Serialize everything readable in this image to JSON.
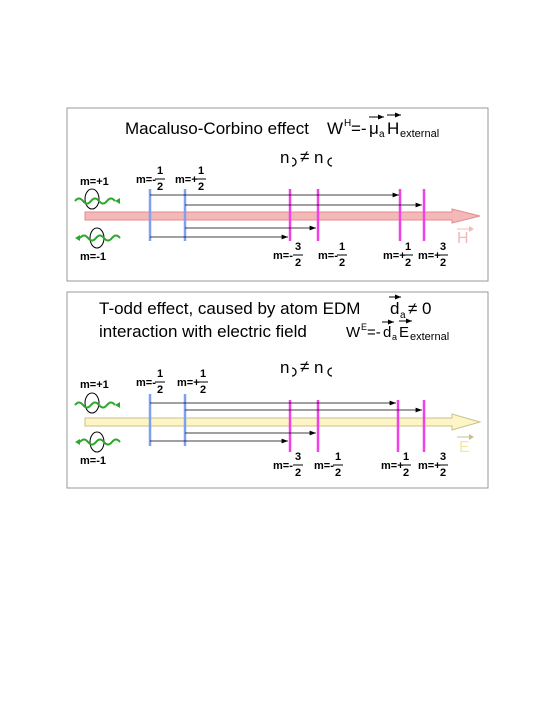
{
  "panels": [
    {
      "title_text": "Macaluso-Corbino effect",
      "energy_formula": {
        "W": "W",
        "sup": "H",
        "eq": "=-",
        "mu": "μ",
        "mu_sub": "a",
        "field": "H",
        "field_sub": "external"
      },
      "inequality": {
        "n1": "n",
        "neq": "≠",
        "n2": "n"
      },
      "m_plus": "m=+1",
      "m_minus": "m=-1",
      "top_labels": [
        {
          "prefix": "m=-",
          "num": "1",
          "den": "2"
        },
        {
          "prefix": "m=+",
          "num": "1",
          "den": "2"
        }
      ],
      "bottom_labels": [
        {
          "prefix": "m=-",
          "num": "3",
          "den": "2"
        },
        {
          "prefix": "m=-",
          "num": "1",
          "den": "2"
        },
        {
          "prefix": "m=+",
          "num": "1",
          "den": "2"
        },
        {
          "prefix": "m=+",
          "num": "3",
          "den": "2"
        }
      ],
      "axis_label": "H",
      "axis_color": "#f4b8b8",
      "axis_outline": "#e08c8c"
    },
    {
      "title_line1": "T-odd effect, caused by atom EDM",
      "edm_symbol": "d",
      "edm_sub": "a",
      "edm_rest": "≠ 0",
      "title_line2": "interaction with electric field",
      "energy_formula": {
        "W": "W",
        "sup": "E",
        "eq": "=-",
        "d": "d",
        "d_sub": "a",
        "field": "E",
        "field_sub": "external"
      },
      "inequality": {
        "n1": "n",
        "neq": "≠",
        "n2": "n"
      },
      "m_plus": "m=+1",
      "m_minus": "m=-1",
      "top_labels": [
        {
          "prefix": "m=-",
          "num": "1",
          "den": "2"
        },
        {
          "prefix": "m=+",
          "num": "1",
          "den": "2"
        }
      ],
      "bottom_labels": [
        {
          "prefix": "m=-",
          "num": "3",
          "den": "2"
        },
        {
          "prefix": "m=-",
          "num": "1",
          "den": "2"
        },
        {
          "prefix": "m=+",
          "num": "1",
          "den": "2"
        },
        {
          "prefix": "m=+",
          "num": "3",
          "den": "2"
        }
      ],
      "axis_label": "E",
      "axis_color": "#fdf5c6",
      "axis_outline": "#c9c08a"
    }
  ],
  "colors": {
    "blue_line": "#7f9ff0",
    "magenta_line": "#f040e8",
    "wave_green": "#2aa82a",
    "panel_border": "#999999"
  }
}
